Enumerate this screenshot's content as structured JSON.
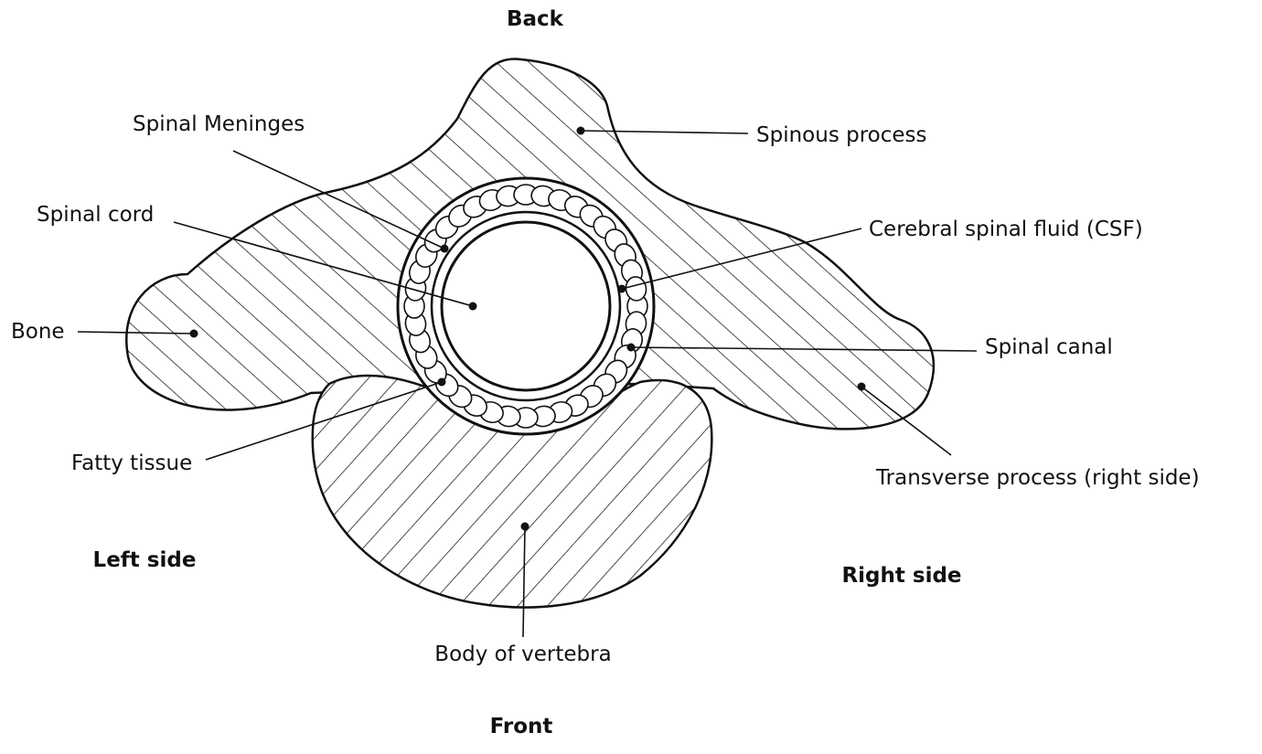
{
  "orientation": {
    "back": "Back",
    "front": "Front",
    "left": "Left side",
    "right": "Right side"
  },
  "labels": {
    "spinal_meninges": "Spinal Meninges",
    "spinal_cord": "Spinal cord",
    "bone": "Bone",
    "fatty_tissue": "Fatty tissue",
    "spinous_process": "Spinous process",
    "csf": "Cerebral spinal fluid (CSF)",
    "spinal_canal": "Spinal canal",
    "transverse_process": "Transverse process (right side)",
    "body_of_vertebra": "Body of vertebra"
  }
}
